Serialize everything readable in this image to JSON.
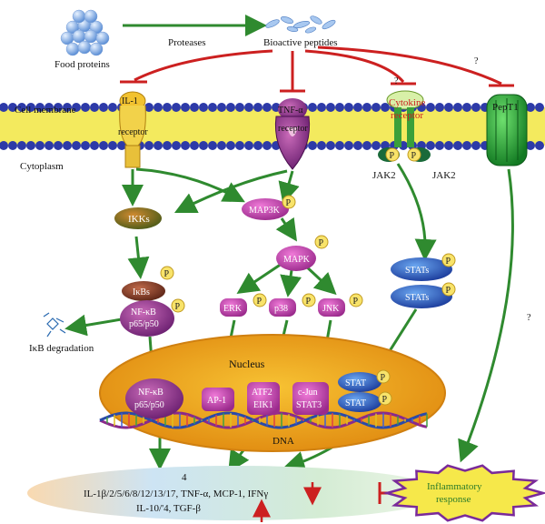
{
  "top": {
    "food_proteins": "Food proteins",
    "proteases": "Proteases",
    "bioactive_peptides": "Bioactive peptides"
  },
  "membrane": {
    "cell_membrane": "Cell membrane",
    "cytoplasm": "Cytoplasm"
  },
  "receptors": {
    "il1": "IL-1",
    "il1_receptor": "receptor",
    "tnf": "TNF-α",
    "tnf_receptor": "receptor",
    "cytokine_line1": "Cytokine",
    "cytokine_line2": "receptor",
    "pept1": "PepT1",
    "jak2_left": "JAK2",
    "jak2_right": "JAK2"
  },
  "pathway": {
    "ikks": "IKKs",
    "map3k": "MAP3K",
    "mapk": "MAPK",
    "ikbs": "IκBs",
    "nfkb_line1": "NF-κB",
    "nfkb_line2": "p65/p50",
    "ikb_degradation": "IκB degradation",
    "erk": "ERK",
    "p38": "p38",
    "jnk": "JNK",
    "stats_1": "STATs",
    "stats_2": "STATs",
    "phospho": "P"
  },
  "nucleus": {
    "label": "Nucleus",
    "nfkb_line1": "NF-κB",
    "nfkb_line2": "p65/p50",
    "ap1": "AP-1",
    "atf2": "ATF2",
    "eik1": "EIK1",
    "cjun": "c-Jun",
    "stat3": "STAT3",
    "stat_1": "STAT",
    "stat_2": "STAT",
    "dna": "DNA"
  },
  "output": {
    "num": "4",
    "line1": "IL-1β/2/5/6/8/12/13/17, TNF-α, MCP-1, IFNγ",
    "line2": "IL-10/'4, TGF-β",
    "inflammatory_line1": "Inflammatory",
    "inflammatory_line2": "response"
  },
  "unknown_marks": {
    "q1": "?",
    "q2": "?",
    "q3": "?"
  },
  "colors": {
    "membrane_head": "#2d3aa8",
    "membrane_tail": "#f2e84c",
    "arrow_green": "#2f8a2f",
    "inhibit_red": "#cc2020",
    "nucleus": "#f2a81c",
    "phospho": "#f8e36a"
  }
}
